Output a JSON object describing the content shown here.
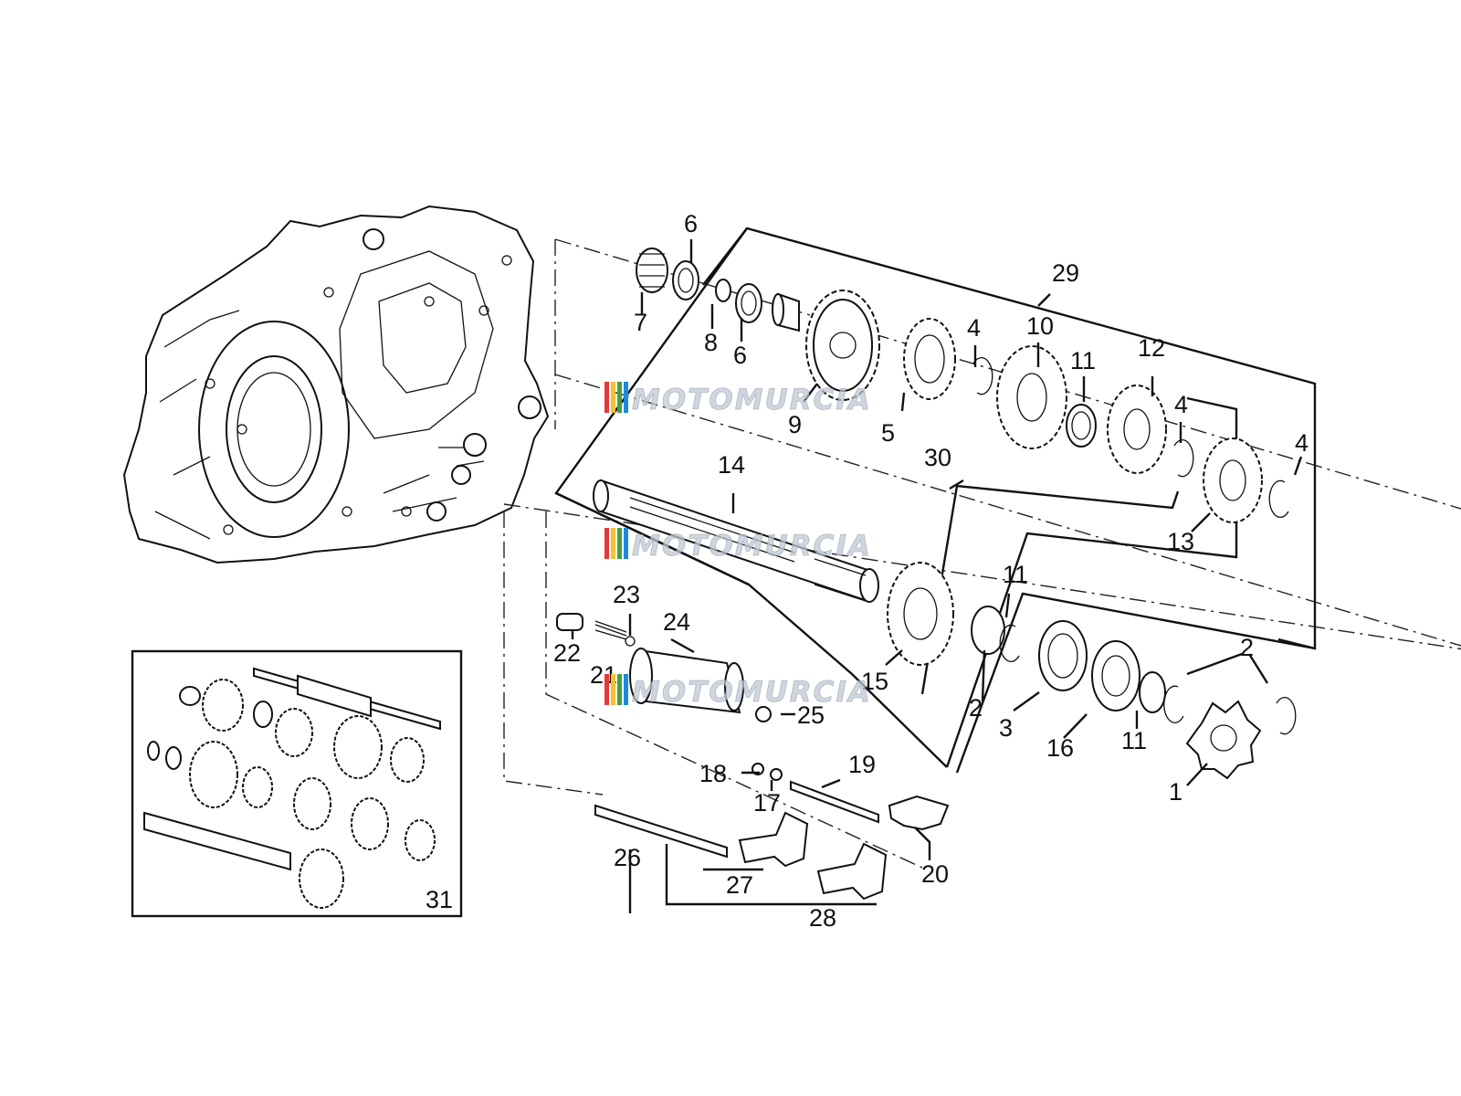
{
  "watermark": {
    "text": "MOTOMURCIA",
    "stripe_colors": [
      "#e53935",
      "#fbc02d",
      "#43a047",
      "#1e88e5"
    ]
  },
  "callouts": [
    "1",
    "2",
    "3",
    "4",
    "5",
    "6",
    "7",
    "8",
    "9",
    "10",
    "11",
    "12",
    "13",
    "14",
    "15",
    "16",
    "17",
    "18",
    "19",
    "20",
    "21",
    "22",
    "23",
    "24",
    "25",
    "26",
    "27",
    "28",
    "29",
    "30",
    "31"
  ],
  "colors": {
    "line": "#111111",
    "background": "#ffffff",
    "watermark": "#bfc8d4"
  }
}
